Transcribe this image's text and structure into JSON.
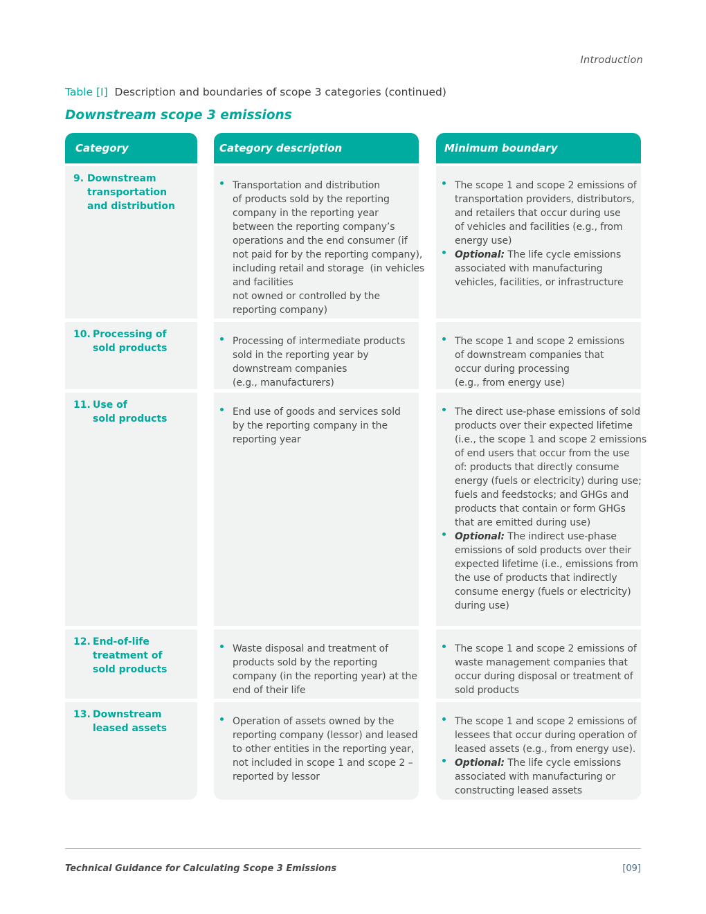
{
  "section_label": "Introduction",
  "table": {
    "number": "Table [I]",
    "caption": "Description and boundaries of scope 3 categories  (continued)",
    "subtitle": "Downstream scope 3 emissions",
    "headers": [
      "Category",
      "Category description",
      "Minimum boundary"
    ],
    "rows": [
      {
        "num": "9.",
        "category": "Downstream\ntransportation\nand distribution",
        "description": [
          "Transportation and distribution\nof products sold by the reporting\ncompany in the reporting year\nbetween the reporting company’s\noperations and the end consumer (if\nnot paid for by the reporting company),\nincluding retail and storage  (in vehicles\nand facilities\nnot owned or controlled by the\nreporting company)"
        ],
        "boundary": [
          {
            "optional": "",
            "text": "The scope 1 and scope 2 emissions of\ntransportation providers, distributors,\nand retailers that occur during use\nof vehicles and facilities (e.g., from\nenergy use)"
          },
          {
            "optional": "Optional:",
            "text": " The life cycle emissions\nassociated with manufacturing\nvehicles, facilities, or infrastructure"
          }
        ]
      },
      {
        "num": "10.",
        "category": "Processing of\nsold products",
        "description": [
          "Processing of intermediate products\nsold in the reporting year by\ndownstream companies\n(e.g., manufacturers)"
        ],
        "boundary": [
          {
            "optional": "",
            "text": "The scope 1 and scope 2 emissions\nof downstream companies that\noccur during processing\n(e.g., from energy use)"
          }
        ]
      },
      {
        "num": "11.",
        "category": "Use of\nsold products",
        "description": [
          "End use of goods and services sold\nby the reporting company in the\nreporting year"
        ],
        "boundary": [
          {
            "optional": "",
            "text": "The direct use-phase emissions of sold\nproducts over their expected lifetime\n(i.e., the scope 1 and scope 2 emissions\nof end users that occur from the use\nof: products that directly consume\nenergy (fuels or electricity) during use;\nfuels and feedstocks; and GHGs and\nproducts that contain or form GHGs\nthat are emitted during use)"
          },
          {
            "optional": "Optional:",
            "text": " The indirect use-phase\nemissions of sold products over their\nexpected lifetime (i.e., emissions from\nthe use of products that indirectly\nconsume energy (fuels or electricity)\nduring use)"
          }
        ]
      },
      {
        "num": "12.",
        "category": "End-of-life\ntreatment of\nsold products",
        "description": [
          "Waste disposal and treatment of\nproducts sold by the reporting\ncompany (in the reporting year) at the\nend of their life"
        ],
        "boundary": [
          {
            "optional": "",
            "text": "The scope 1 and scope 2 emissions of\nwaste management companies that\noccur during disposal or treatment of\nsold products"
          }
        ]
      },
      {
        "num": "13.",
        "category": "Downstream\nleased assets",
        "description": [
          "Operation of assets owned by the\nreporting company (lessor) and leased\nto other entities in the reporting year,\nnot included in scope 1 and scope 2 –\nreported by lessor"
        ],
        "boundary": [
          {
            "optional": "",
            "text": "The scope 1 and scope 2 emissions of\nlessees that occur during operation of\nleased assets (e.g., from energy use)."
          },
          {
            "optional": "Optional:",
            "text": " The life cycle emissions\nassociated with manufacturing or\nconstructing leased assets"
          }
        ]
      }
    ]
  },
  "footer": {
    "title": "Technical Guidance for Calculating Scope 3 Emissions",
    "page": "[09]"
  }
}
